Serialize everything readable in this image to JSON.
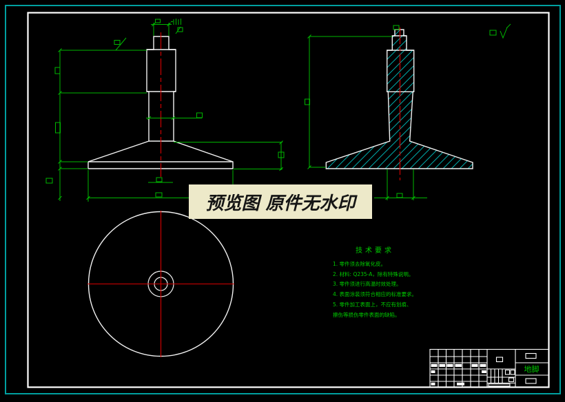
{
  "watermark": {
    "text": "预览图 原件无水印"
  },
  "tech_requirements": {
    "title": "技术要求",
    "lines": [
      "1. 零件须去除氧化皮。",
      "2. 材料: Q235-A，除有特殊说明。",
      "3. 零件须进行高温时效处理。",
      "4. 表面涂装须符合相应的标准要求。",
      "5. 零件加工表面上，不应有划痕、",
      "擦伤等损伤零件表面的缺陷。"
    ]
  },
  "title_block": {
    "part_name": "地脚"
  },
  "colors": {
    "background": "#000000",
    "outer_border": "#00A0A0",
    "frame": "#FFFFFF",
    "outline": "#F2F2F2",
    "dimension_green": "#00B800",
    "centerline_red": "#D90000",
    "hatch_cyan": "#00AAAA",
    "annotation_green": "#00CC00",
    "watermark_bg": "#EDE9C9",
    "watermark_text": "#151515"
  }
}
